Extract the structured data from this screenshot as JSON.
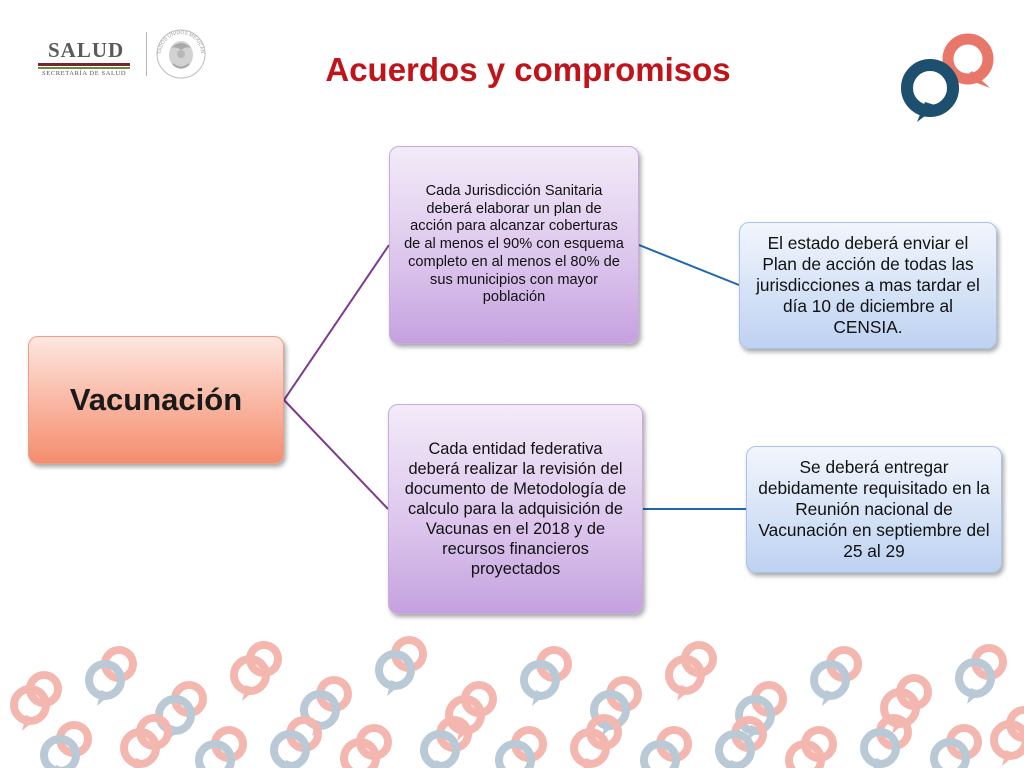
{
  "header": {
    "brand_word": "SALUD",
    "brand_subtitle": "SECRETARÍA DE SALUD",
    "seal_caption": "ESTADOS UNIDOS MEXICANOS",
    "title": "Acuerdos y compromisos"
  },
  "diagram": {
    "root": "Vacunación",
    "branches": [
      {
        "text": "Cada Jurisdicción Sanitaria deberá elaborar un plan de acción para alcanzar coberturas de al menos el 90% con esquema completo en al menos el 80% de sus municipios con mayor población",
        "leaf": "El estado deberá enviar el Plan de acción de todas las jurisdicciones a mas tardar el día 10 de diciembre al CENSIA."
      },
      {
        "text": "Cada entidad federativa deberá realizar la revisión del documento de Metodología de calculo para la adquisición de Vacunas en el 2018 y de recursos financieros proyectados",
        "leaf": "Se deberá entregar debidamente requisitado en la Reunión nacional de Vacunación en septiembre del 25 al 29"
      }
    ]
  },
  "colors": {
    "title": "#c0141b",
    "root_fill": "#f9b49f",
    "level2_fill": "#dbc4ec",
    "level3_fill": "#d3e1f6",
    "connector_root": "#7b3c8f",
    "connector_leaf": "#1f66b3",
    "logo_dark": "#1d4f6e",
    "logo_coral": "#e8776a"
  },
  "icons": {
    "corner_logo": "speech-rings-logo-icon",
    "seal": "national-seal-icon",
    "pattern": "speech-rings-pattern"
  }
}
